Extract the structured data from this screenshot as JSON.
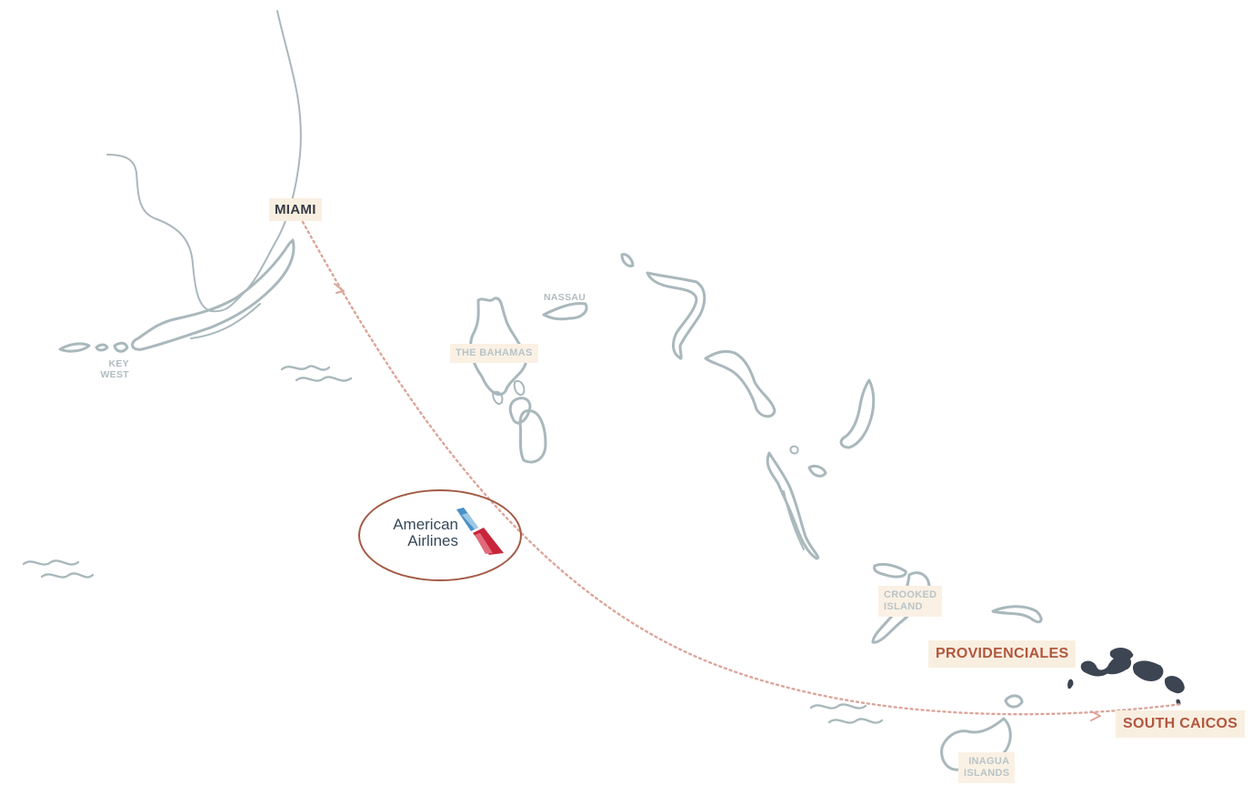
{
  "map": {
    "labels": {
      "miami": "MIAMI",
      "key_west": "KEY\n   WEST",
      "nassau": "NASSAU",
      "the_bahamas": "THE BAHAMAS",
      "crooked_island": "CROOKED\nISLAND",
      "providenciales": "PROVIDENCIALES",
      "south_caicos": "SOUTH CAICOS",
      "inagua_islands": "INAGUA\nISLANDS"
    },
    "airline_logo": {
      "text": "American\nAirlines",
      "icon": "american-airlines-tail-icon"
    },
    "colors": {
      "coastline": "#a9b8bc",
      "route": "#dca59a",
      "label_background": "#f9efe1",
      "destination_text": "#b1573f",
      "destination_islands": "#3d4452",
      "logo_ring": "#a35b46"
    }
  }
}
